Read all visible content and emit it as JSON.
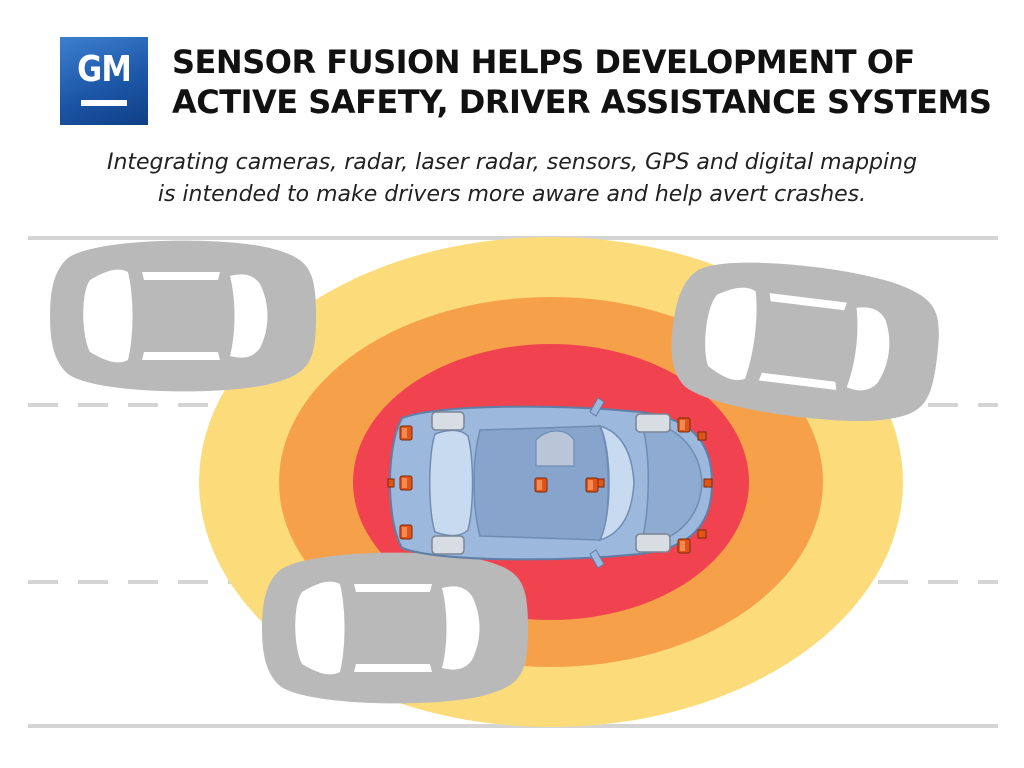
{
  "logo": {
    "text": "GM",
    "color": "#1d57a8"
  },
  "headline": {
    "line1": "SENSOR FUSION HELPS DEVELOPMENT OF",
    "line2": "ACTIVE SAFETY, DRIVER ASSISTANCE SYSTEMS"
  },
  "subtitle": {
    "line1": "Integrating cameras, radar, laser radar, sensors, GPS and digital mapping",
    "line2": "is intended to make drivers more aware and help avert crashes."
  },
  "colors": {
    "outer_zone": "#fcdc7a",
    "middle_zone": "#f7a04a",
    "inner_zone": "#f0434f",
    "host_car": "#9cb8dc",
    "other_cars": "#b9b9b9",
    "sensor": "#e0541a",
    "road_lines": "#d4d4d4"
  },
  "icons": [
    "gm-logo",
    "sensor-icon",
    "car-icon"
  ]
}
